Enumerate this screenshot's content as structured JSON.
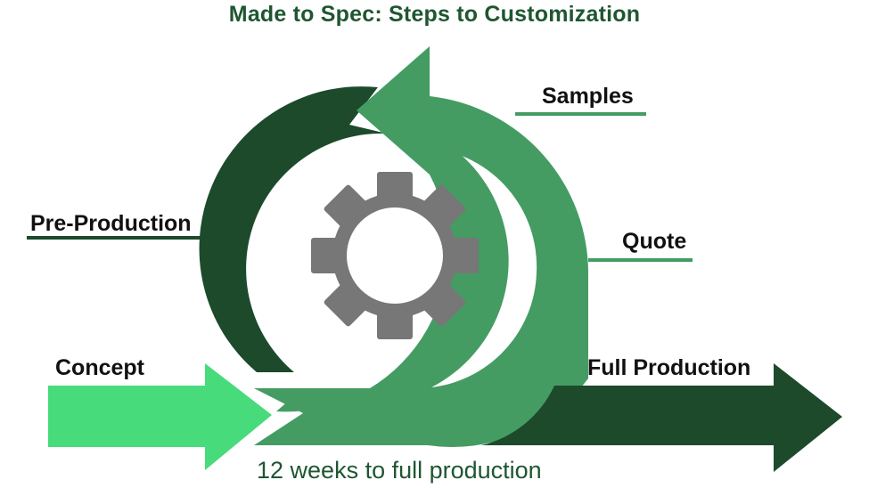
{
  "diagram": {
    "title": "Made to Spec: Steps to Customization",
    "footnote": "12 weeks to full production",
    "labels": {
      "samples": "Samples",
      "pre_production": "Pre-Production",
      "quote": "Quote",
      "concept": "Concept",
      "full_production": "Full Production"
    },
    "colors": {
      "title": "#1f5631",
      "dark_green": "#1c4a2b",
      "mid_green": "#449c63",
      "light_green": "#47db7c",
      "gear": "#777777"
    },
    "icons": [
      "gear-icon"
    ]
  }
}
